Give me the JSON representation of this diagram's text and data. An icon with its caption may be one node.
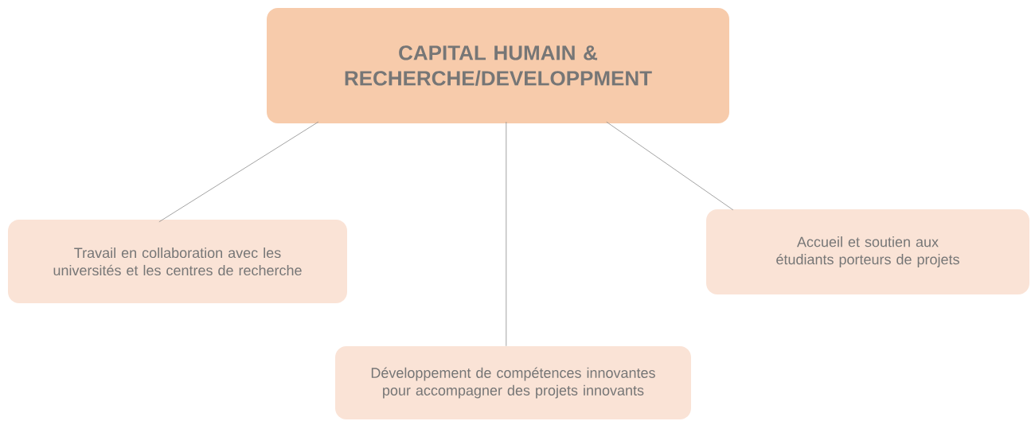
{
  "diagram": {
    "nodes": [
      {
        "text": [
          "CAPITAL HUMAIN & RECHERCHE/DEVELOPPMENT"
        ]
      },
      {
        "text": [
          "Travail en collaboration avec les universités et les centres de recherche"
        ]
      },
      {
        "text": [
          "Développement de compétences innovantes pour accompagner des projets innovants"
        ]
      },
      {
        "text": [
          "Accueil et soutien aux étudiants porteurs de projets"
        ]
      }
    ],
    "edges": [
      {
        "from": 0,
        "to": 1,
        "arrow": "none"
      },
      {
        "from": 0,
        "to": 2,
        "arrow": "none"
      },
      {
        "from": 0,
        "to": 3,
        "arrow": "none"
      }
    ]
  }
}
